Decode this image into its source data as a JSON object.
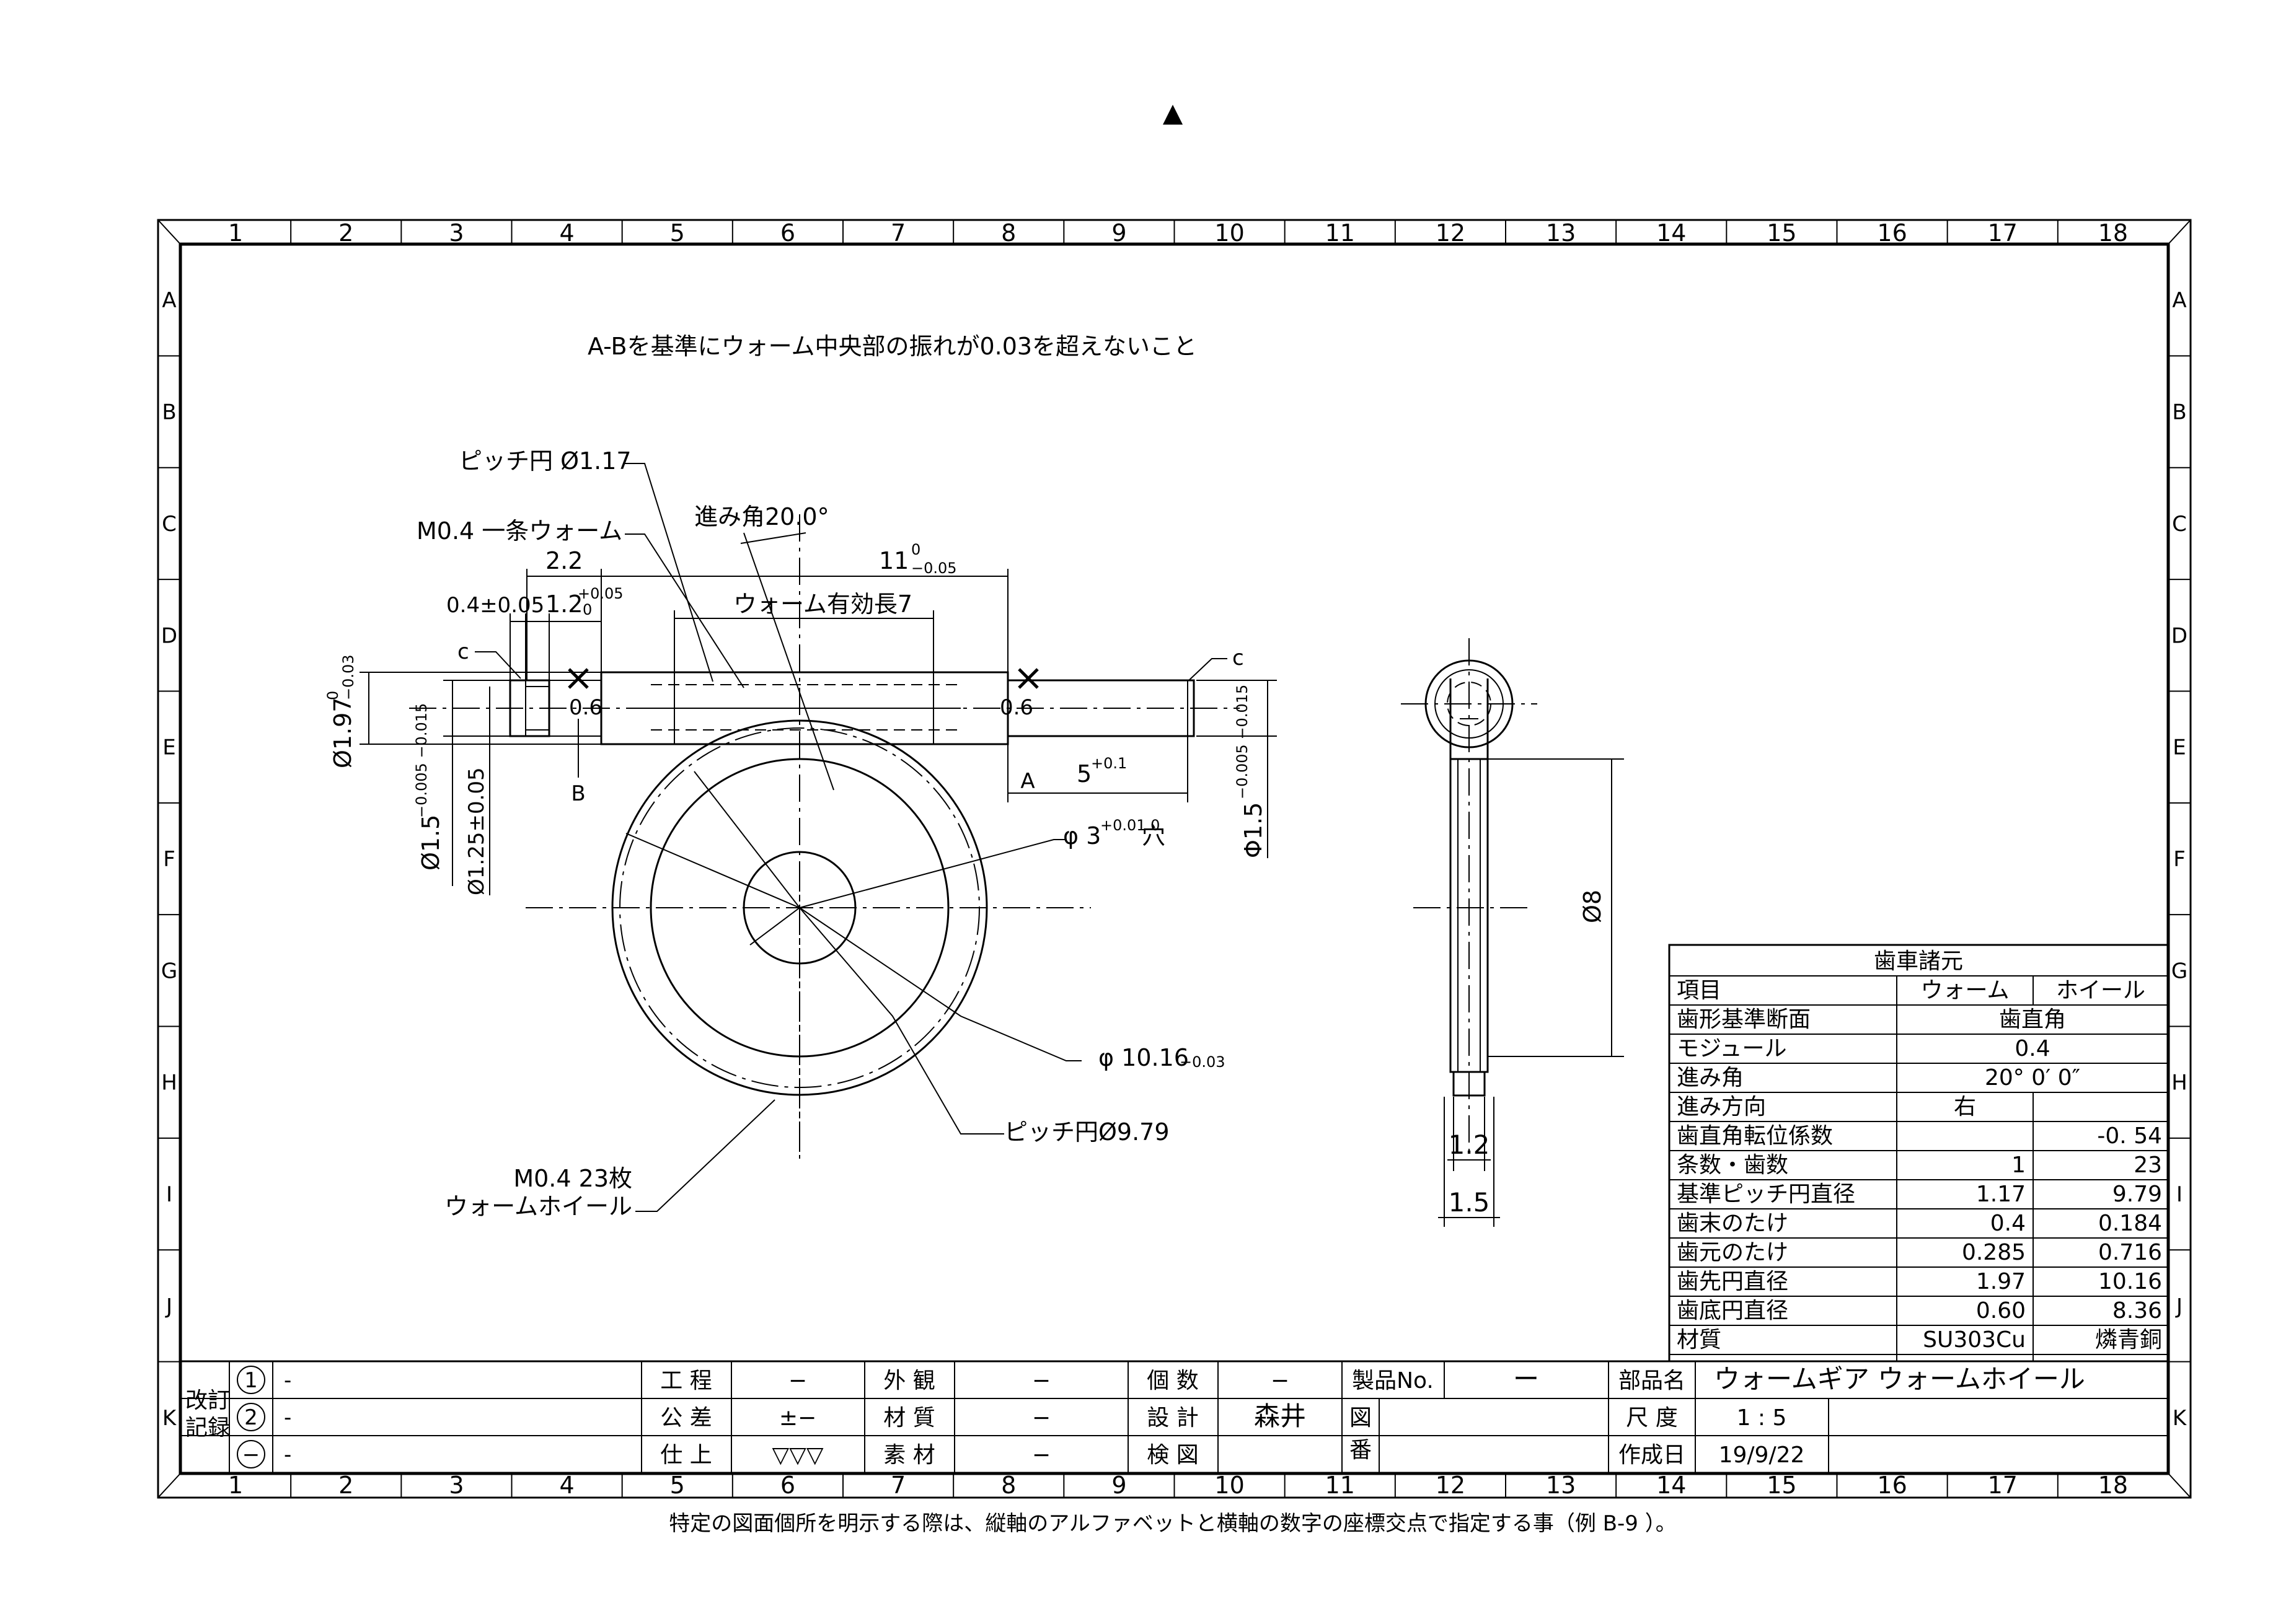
{
  "top_mark": "▲",
  "grid": {
    "columns": [
      "1",
      "2",
      "3",
      "4",
      "5",
      "6",
      "7",
      "8",
      "9",
      "10",
      "11",
      "12",
      "13",
      "14",
      "15",
      "16",
      "17",
      "18"
    ],
    "rows": [
      "A",
      "B",
      "C",
      "D",
      "E",
      "F",
      "G",
      "H",
      "I",
      "J",
      "K"
    ]
  },
  "notes": {
    "runout": "A-Bを基準にウォーム中央部の振れが0.03を超えないこと",
    "footer": "特定の図面個所を明示する際は、縦軸のアルファベットと横軸の数字の座標交点で指定する事（例 B-9 ）。"
  },
  "worm_labels": {
    "pitch_circle": "ピッチ円 Ø1.17",
    "lead_angle": "進み角20.0°",
    "module": "M0.4 一条ウォーム",
    "dim_2_2": "2.2",
    "dim_11": "11",
    "dim_11_upper": "0",
    "dim_11_lower": "−0.05",
    "dim_0_4": "0.4±0.05",
    "dim_1_2": "1.2",
    "dim_1_2_upper": "+0.05",
    "dim_1_2_lower": "0",
    "effective_length": "ウォーム有効長7",
    "chamfer_c": "c",
    "dim_0_6": "0.6",
    "od_1_97": "Ø1.97",
    "od_1_97_upper": "0",
    "od_1_97_lower": "−0.03",
    "datum_a": "A",
    "datum_b": "B",
    "dim_5": "5",
    "dim_5_tol": "+0.1",
    "shaft_1_5_left": "Ø1.5",
    "shaft_1_5_left_tol": "−0.005 −0.015",
    "shaft_1_25": "Ø1.25±0.05",
    "shaft_1_5_right": "Φ1.5",
    "shaft_1_5_right_tol": "−0.005 −0.015"
  },
  "wheel_labels": {
    "bore": "φ 3",
    "bore_tol": "+0.01 0",
    "bore_suffix": "穴",
    "od": "φ 10.16",
    "od_tol": "−0.03",
    "pitch_circle": "ピッチ円Ø9.79",
    "wheel_line1": "M0.4 23枚",
    "wheel_line2": "ウォームホイール",
    "side_dia": "Ø8",
    "side_w1": "1.2",
    "side_w2": "1.5"
  },
  "gear_table": {
    "title": "歯車諸元",
    "headers": [
      "項目",
      "ウォーム",
      "ホイール"
    ],
    "rows": [
      {
        "label": "歯形基準断面",
        "worm": "歯直角",
        "wheel": ""
      },
      {
        "label": "モジュール",
        "worm": "0.4",
        "wheel": ""
      },
      {
        "label": "進み角",
        "worm": "20°  0′ 0″",
        "wheel": ""
      },
      {
        "label": "進み方向",
        "worm": "右",
        "wheel": ""
      },
      {
        "label": "歯直角転位係数",
        "worm": "",
        "wheel": "-0. 54"
      },
      {
        "label": "条数・歯数",
        "worm": "1",
        "wheel": "23"
      },
      {
        "label": "基準ピッチ円直径",
        "worm": "1.17",
        "wheel": "9.79"
      },
      {
        "label": "歯末のたけ",
        "worm": "0.4",
        "wheel": "0.184"
      },
      {
        "label": "歯元のたけ",
        "worm": "0.285",
        "wheel": "0.716"
      },
      {
        "label": "歯先円直径",
        "worm": "1.97",
        "wheel": "10.16"
      },
      {
        "label": "歯底円直径",
        "worm": "0.60",
        "wheel": "8.36"
      },
      {
        "label": "材質",
        "worm": "SU303Cu",
        "wheel": "燐青銅"
      }
    ]
  },
  "title_block": {
    "revision_label": "改訂記録",
    "revisions": [
      {
        "mark": "1",
        "text": "-"
      },
      {
        "mark": "2",
        "text": "-"
      },
      {
        "mark": "−",
        "text": "-"
      }
    ],
    "process_label": "工 程",
    "process_value": "−",
    "tolerance_label": "公 差",
    "tolerance_value": "±−",
    "finish_label": "仕 上",
    "finish_value": "▽▽▽",
    "appearance_label": "外 観",
    "appearance_value": "−",
    "material_quality_label": "材 質",
    "material_quality_value": "−",
    "material_label": "素 材",
    "material_value": "−",
    "quantity_label": "個 数",
    "quantity_value": "−",
    "design_label": "設 計",
    "design_value": "森井",
    "check_label": "検 図",
    "check_value": "",
    "drawing_no_label": "図番",
    "product_no_label": "製品No.",
    "product_no_value": "ー",
    "part_name_label": "部品名",
    "part_name_value": "ウォームギア ウォームホイール",
    "scale_label": "尺 度",
    "scale_value": "1 : 5",
    "date_label": "作成日",
    "date_value": "19/9/22"
  }
}
